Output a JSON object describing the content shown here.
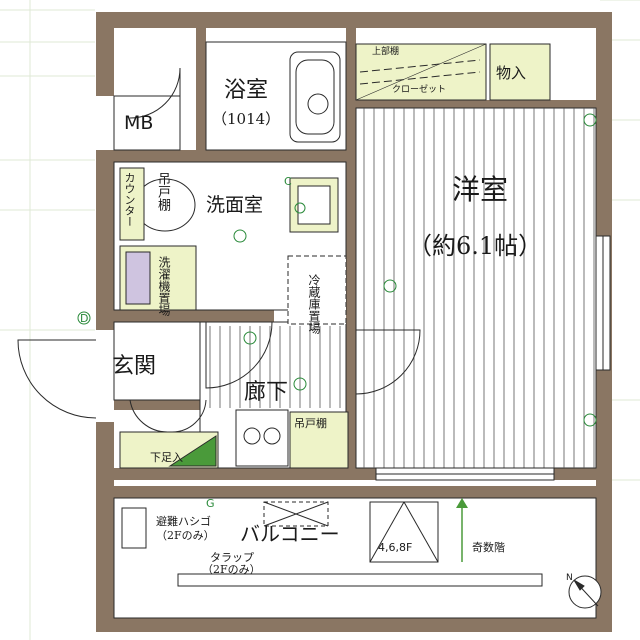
{
  "rooms": {
    "western_room": {
      "name": "洋室",
      "size": "（約6.1帖）"
    },
    "bathroom": {
      "name": "浴室",
      "model": "（1014）"
    },
    "washroom": {
      "name": "洗面室"
    },
    "entrance": {
      "name": "玄関"
    },
    "corridor": {
      "name": "廊下"
    },
    "balcony": {
      "name": "バルコニー"
    },
    "meter_box": {
      "name": "MB"
    }
  },
  "fixtures": {
    "closet_upper": "上部棚",
    "closet": "クローゼット",
    "storage": "物入",
    "counter": "カウンター",
    "hanging_cabinet_wash": "吊戸棚",
    "washing_machine": "洗濯機置場",
    "fridge": "冷蔵庫置場",
    "hanging_cabinet_kitchen": "吊戸棚",
    "shoe_box": "下足入",
    "escape_ladder": "避難ハシゴ",
    "escape_ladder_note": "（2Fのみ）",
    "trap": "タラップ",
    "trap_note": "（2Fのみ）",
    "floors_note": "4,6,8F",
    "odd_floors": "奇数階"
  },
  "symbols": {
    "c": "C",
    "g": "G",
    "d": "D"
  },
  "compass": {
    "label": "N"
  },
  "colors": {
    "wall": "#8a7663",
    "room_fill": "#ffffff",
    "fixture_fill": "#eef3c8",
    "fixture_green": "#4a9a3a",
    "line": "#2a2a2a",
    "grid": "#dfe8d6",
    "lavender": "#cfc4e0"
  },
  "icons": [
    "compass-icon",
    "door-swing-icon",
    "sink-icon",
    "stove-icon",
    "toilet-icon",
    "bathtub-icon",
    "sliding-window-icon"
  ]
}
